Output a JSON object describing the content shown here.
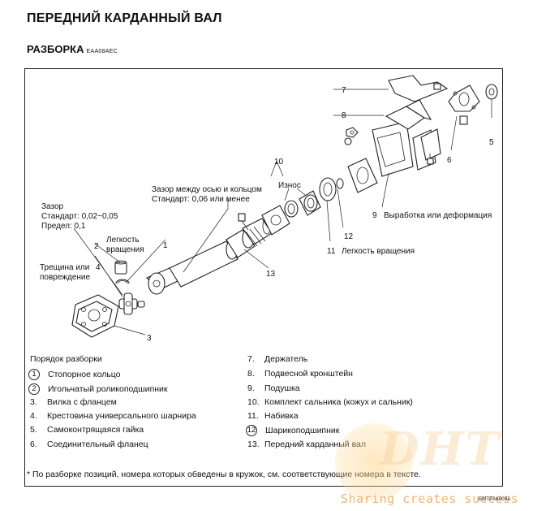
{
  "document": {
    "title": "ПЕРЕДНИЙ КАРДАННЫЙ ВАЛ",
    "section": "РАЗБОРКА",
    "section_code": "EAA08AEC",
    "figure_code": "EMTPA6009A"
  },
  "callouts": {
    "n1": "1",
    "n2": "2",
    "n3": "3",
    "n4": "4",
    "n5": "5",
    "n6": "6",
    "n7": "7",
    "n8": "8",
    "n9": "9",
    "n10": "10",
    "n11": "11",
    "n12": "12",
    "n13": "13",
    "gap_label": "Зазор",
    "gap_std": "Стандарт: 0,02~0,05",
    "gap_limit": "Предел: 0,1",
    "ease_line1": "Легкость",
    "ease_line2": "вращения",
    "crack_line1": "Трещина или",
    "crack_line2": "повреждение",
    "axle_gap_line1": "Зазор между осью и кольцом",
    "axle_gap_line2": "Стандарт: 0,06 или менее",
    "wear": "Износ",
    "wear_deform": "Выработка или деформация",
    "ease_rotation": "Легкость вращения"
  },
  "procedure": {
    "heading": "Порядок разборки",
    "items": [
      {
        "num": "1",
        "circled": true,
        "label": "Стопорное кольцо"
      },
      {
        "num": "2",
        "circled": true,
        "label": "Игольчатый роликоподшипник"
      },
      {
        "num": "3.",
        "circled": false,
        "label": "Вилка с фланцем"
      },
      {
        "num": "4.",
        "circled": false,
        "label": "Крестовина универсального шарнира"
      },
      {
        "num": "5.",
        "circled": false,
        "label": "Самоконтрящаяся гайка"
      },
      {
        "num": "6.",
        "circled": false,
        "label": "Соединительный фланец"
      },
      {
        "num": "7.",
        "circled": false,
        "label": "Держатель"
      },
      {
        "num": "8.",
        "circled": false,
        "label": "Подвесной кронштейн"
      },
      {
        "num": "9.",
        "circled": false,
        "label": "Подушка"
      },
      {
        "num": "10.",
        "circled": false,
        "label": "Комплект сальника (кожух и сальник)"
      },
      {
        "num": "11.",
        "circled": false,
        "label": "Набивка"
      },
      {
        "num": "12",
        "circled": true,
        "label": "Шарикоподшипник"
      },
      {
        "num": "13.",
        "circled": false,
        "label": "Передний карданный вал"
      }
    ]
  },
  "footnote": "* По разборке позиций, номера которых обведены в кружок, см. соответствующие номера в тексте.",
  "watermark": {
    "logo": "DHT",
    "slogan": "Sharing creates success"
  }
}
